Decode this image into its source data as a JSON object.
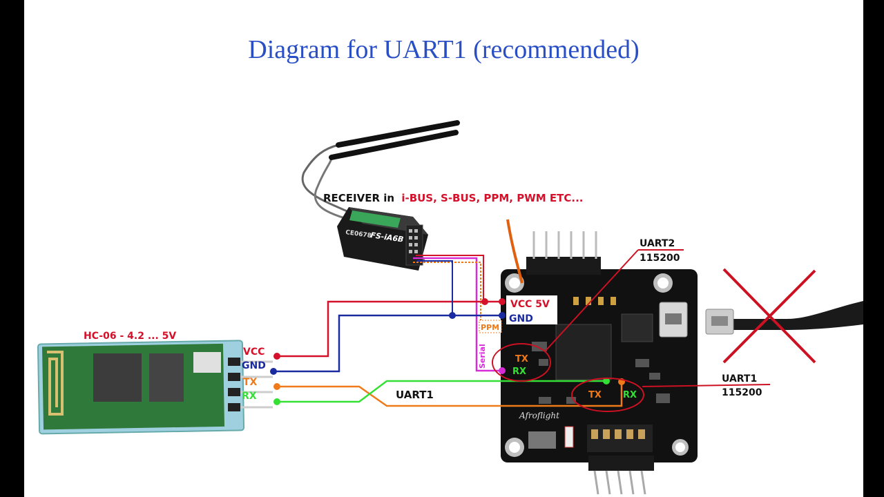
{
  "title": "Diagram for UART1 (recommended)",
  "receiver": {
    "caption_prefix": "RECEIVER in",
    "caption_protocols": "i-BUS, S-BUS, PPM, PWM ETC...",
    "model": "FS-iA6B",
    "cert": "CE0678"
  },
  "bluetooth_module": {
    "label": "HC-06 - 4.2 ... 5V",
    "pins": [
      "VCC",
      "GND",
      "TX",
      "RX"
    ]
  },
  "flight_controller": {
    "brand": "Afroflight",
    "power_pins": [
      "VCC 5V",
      "GND"
    ],
    "ppm_label": "PPM",
    "serial_label": "Serial",
    "uart2_label": "UART2",
    "uart2_baud": "115200",
    "uart2_pins": [
      "TX",
      "RX"
    ],
    "uart1_label": "UART1",
    "uart1_baud": "115200",
    "uart1_pins": [
      "TX",
      "RX"
    ]
  },
  "uart1_cross_label": "UART1",
  "colors": {
    "title": "#2a4fc4",
    "vcc": "#d4102a",
    "gnd": "#1a2aa0",
    "tx": "#f07a1a",
    "rx": "#35e035",
    "serial": "#d82bd8",
    "receiver_text": "#d4102a",
    "highlight": "#cc1122"
  }
}
